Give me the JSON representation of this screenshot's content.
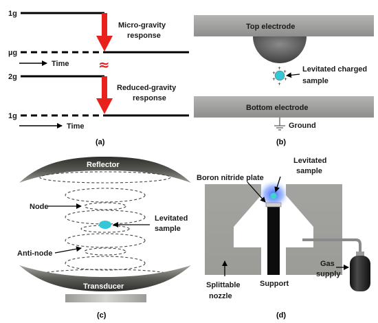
{
  "panel_a": {
    "caption": "(a)",
    "label_1g_top": "1g",
    "label_ug": "µg",
    "label_2g": "2g",
    "label_1g_bottom": "1g",
    "micro_line1": "Micro-gravity",
    "micro_line2": "response",
    "reduced_line1": "Reduced-gravity",
    "reduced_line2": "response",
    "time_top": "Time",
    "time_bottom": "Time",
    "approx_symbol": "≈"
  },
  "panel_b": {
    "caption": "(b)",
    "top_electrode": "Top electrode",
    "bottom_electrode": "Bottom electrode",
    "sample_line1": "Levitated charged",
    "sample_line2": "sample",
    "ground": "Ground"
  },
  "panel_c": {
    "caption": "(c)",
    "reflector": "Reflector",
    "transducer": "Transducer",
    "node": "Node",
    "sample_line1": "Levitated",
    "sample_line2": "sample",
    "anti_node": "Anti-node"
  },
  "panel_d": {
    "caption": "(d)",
    "boron_plate": "Boron nitride plate",
    "sample_line1": "Levitated",
    "sample_line2": "sample",
    "nozzle_line1": "Splittable",
    "nozzle_line2": "nozzle",
    "support": "Support",
    "gas_line1": "Gas",
    "gas_line2": "supply"
  },
  "colors": {
    "arrow_red": "#e8211d",
    "electrode_gray": "#9a9a98",
    "sample_cyan": "#35c7d6",
    "glow_blue": "#2f5fff",
    "line_black": "#000000"
  }
}
